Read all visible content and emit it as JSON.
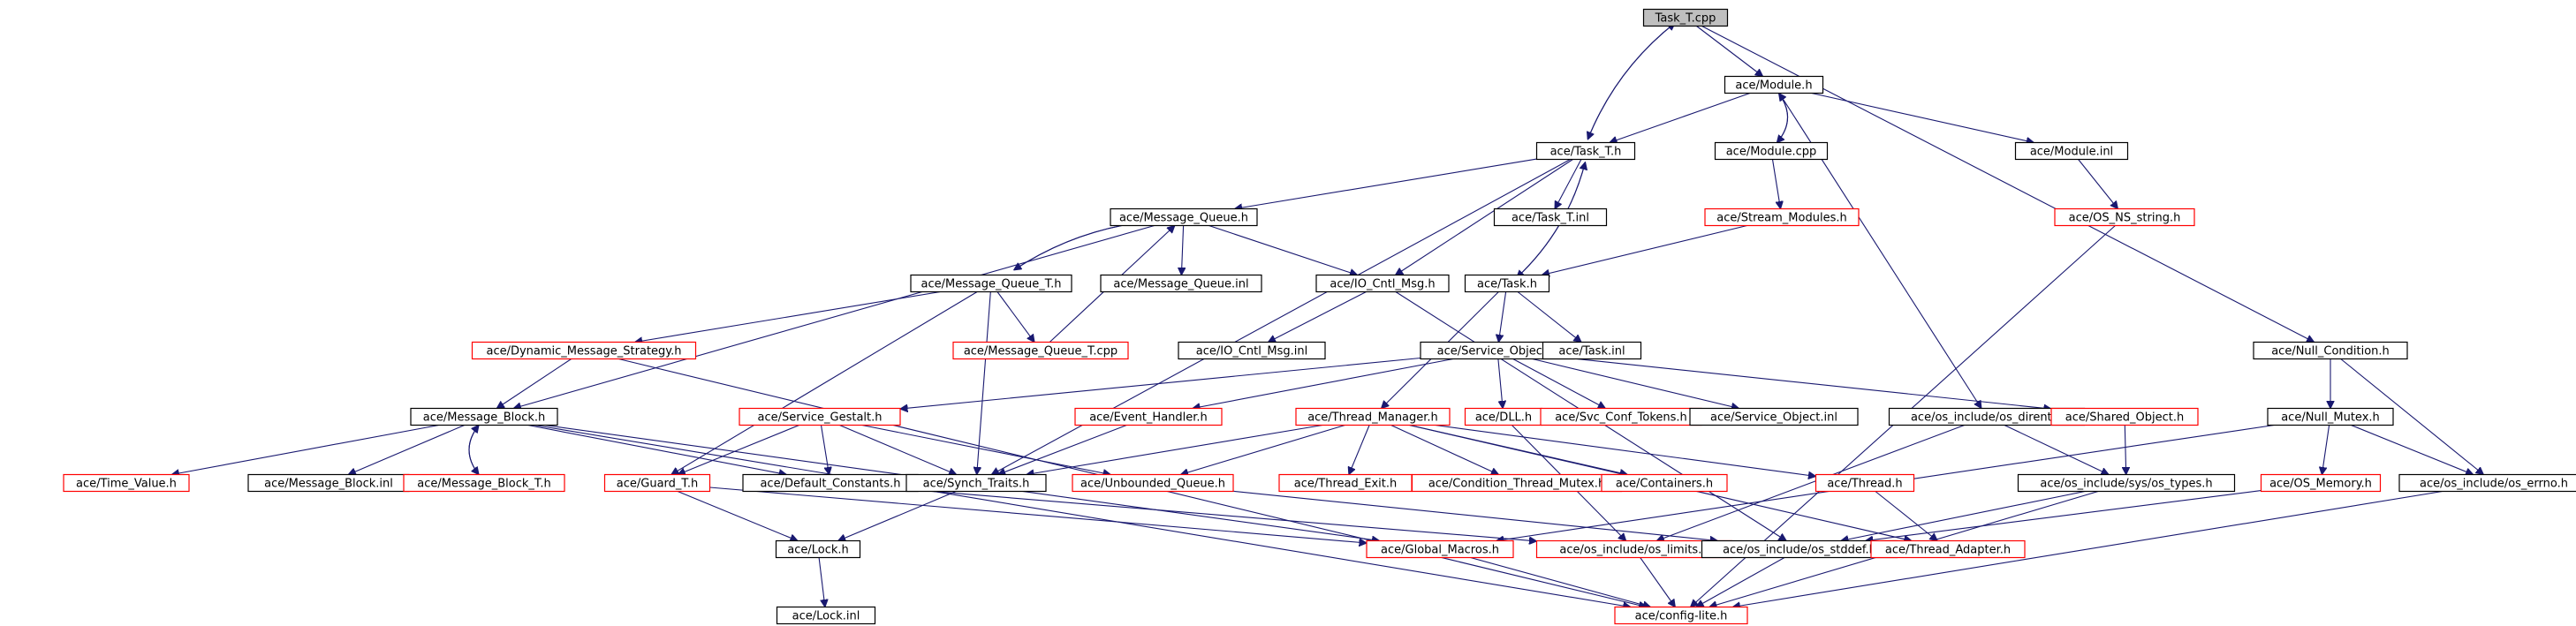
{
  "colors": {
    "black": "#000000",
    "red": "#ff0000",
    "edge": "#191970",
    "root_fill": "#bfbfbf"
  },
  "nodes": [
    {
      "id": "task_t_cpp",
      "label": "Task_T.cpp",
      "border": "black",
      "filled": true
    },
    {
      "id": "module_h",
      "label": "ace/Module.h",
      "border": "black"
    },
    {
      "id": "task_t_h",
      "label": "ace/Task_T.h",
      "border": "black"
    },
    {
      "id": "module_cpp",
      "label": "ace/Module.cpp",
      "border": "black"
    },
    {
      "id": "module_inl",
      "label": "ace/Module.inl",
      "border": "black"
    },
    {
      "id": "message_queue_h",
      "label": "ace/Message_Queue.h",
      "border": "black"
    },
    {
      "id": "task_t_inl",
      "label": "ace/Task_T.inl",
      "border": "black"
    },
    {
      "id": "stream_modules_h",
      "label": "ace/Stream_Modules.h",
      "border": "red"
    },
    {
      "id": "os_ns_string_h",
      "label": "ace/OS_NS_string.h",
      "border": "red"
    },
    {
      "id": "message_queue_t_h",
      "label": "ace/Message_Queue_T.h",
      "border": "black"
    },
    {
      "id": "message_queue_inl",
      "label": "ace/Message_Queue.inl",
      "border": "black"
    },
    {
      "id": "io_cntl_msg_h",
      "label": "ace/IO_Cntl_Msg.h",
      "border": "black"
    },
    {
      "id": "task_h",
      "label": "ace/Task.h",
      "border": "black"
    },
    {
      "id": "dynamic_message_strategy_h",
      "label": "ace/Dynamic_Message_Strategy.h",
      "border": "red"
    },
    {
      "id": "message_queue_t_cpp",
      "label": "ace/Message_Queue_T.cpp",
      "border": "red"
    },
    {
      "id": "io_cntl_msg_inl",
      "label": "ace/IO_Cntl_Msg.inl",
      "border": "black"
    },
    {
      "id": "service_object_h",
      "label": "ace/Service_Object.h",
      "border": "black"
    },
    {
      "id": "task_inl",
      "label": "ace/Task.inl",
      "border": "black"
    },
    {
      "id": "null_condition_h",
      "label": "ace/Null_Condition.h",
      "border": "black"
    },
    {
      "id": "message_block_h",
      "label": "ace/Message_Block.h",
      "border": "black"
    },
    {
      "id": "service_gestalt_h",
      "label": "ace/Service_Gestalt.h",
      "border": "red"
    },
    {
      "id": "event_handler_h",
      "label": "ace/Event_Handler.h",
      "border": "red"
    },
    {
      "id": "thread_manager_h",
      "label": "ace/Thread_Manager.h",
      "border": "red"
    },
    {
      "id": "dll_h",
      "label": "ace/DLL.h",
      "border": "red"
    },
    {
      "id": "svc_conf_tokens_h",
      "label": "ace/Svc_Conf_Tokens.h",
      "border": "red"
    },
    {
      "id": "service_object_inl",
      "label": "ace/Service_Object.inl",
      "border": "black"
    },
    {
      "id": "os_dirent_h",
      "label": "ace/os_include/os_dirent.h",
      "border": "black"
    },
    {
      "id": "shared_object_h",
      "label": "ace/Shared_Object.h",
      "border": "red"
    },
    {
      "id": "null_mutex_h",
      "label": "ace/Null_Mutex.h",
      "border": "black"
    },
    {
      "id": "time_value_h",
      "label": "ace/Time_Value.h",
      "border": "red"
    },
    {
      "id": "message_block_inl",
      "label": "ace/Message_Block.inl",
      "border": "black"
    },
    {
      "id": "message_block_t_h",
      "label": "ace/Message_Block_T.h",
      "border": "red"
    },
    {
      "id": "guard_t_h",
      "label": "ace/Guard_T.h",
      "border": "red"
    },
    {
      "id": "default_constants_h",
      "label": "ace/Default_Constants.h",
      "border": "black"
    },
    {
      "id": "synch_traits_h",
      "label": "ace/Synch_Traits.h",
      "border": "black"
    },
    {
      "id": "unbounded_queue_h",
      "label": "ace/Unbounded_Queue.h",
      "border": "red"
    },
    {
      "id": "thread_exit_h",
      "label": "ace/Thread_Exit.h",
      "border": "red"
    },
    {
      "id": "condition_thread_mutex_h",
      "label": "ace/Condition_Thread_Mutex.h",
      "border": "red"
    },
    {
      "id": "containers_h",
      "label": "ace/Containers.h",
      "border": "red"
    },
    {
      "id": "thread_h",
      "label": "ace/Thread.h",
      "border": "red"
    },
    {
      "id": "sys_types_h",
      "label": "ace/os_include/sys/os_types.h",
      "border": "black"
    },
    {
      "id": "os_memory_h",
      "label": "ace/OS_Memory.h",
      "border": "red"
    },
    {
      "id": "os_errno_h",
      "label": "ace/os_include/os_errno.h",
      "border": "black"
    },
    {
      "id": "lock_h",
      "label": "ace/Lock.h",
      "border": "black"
    },
    {
      "id": "global_macros_h",
      "label": "ace/Global_Macros.h",
      "border": "red"
    },
    {
      "id": "os_limits_h",
      "label": "ace/os_include/os_limits.h",
      "border": "red"
    },
    {
      "id": "os_stddef_h",
      "label": "ace/os_include/os_stddef.h",
      "border": "black"
    },
    {
      "id": "thread_adapter_h",
      "label": "ace/Thread_Adapter.h",
      "border": "red"
    },
    {
      "id": "lock_inl",
      "label": "ace/Lock.inl",
      "border": "black"
    },
    {
      "id": "config_lite_h",
      "label": "ace/config-lite.h",
      "border": "red"
    }
  ],
  "edges": [
    [
      "task_t_cpp",
      "module_h"
    ],
    [
      "task_t_cpp",
      "task_t_h"
    ],
    [
      "task_t_cpp",
      "null_condition_h"
    ],
    [
      "module_h",
      "task_t_h"
    ],
    [
      "module_h",
      "module_cpp"
    ],
    [
      "module_h",
      "module_inl"
    ],
    [
      "module_h",
      "os_dirent_h"
    ],
    [
      "module_cpp",
      "module_h"
    ],
    [
      "module_cpp",
      "stream_modules_h"
    ],
    [
      "module_inl",
      "os_ns_string_h"
    ],
    [
      "os_ns_string_h",
      "config_lite_h"
    ],
    [
      "task_t_h",
      "task_t_cpp"
    ],
    [
      "task_t_h",
      "message_queue_h"
    ],
    [
      "task_t_h",
      "task_t_inl"
    ],
    [
      "task_t_h",
      "task_h"
    ],
    [
      "task_t_h",
      "io_cntl_msg_h"
    ],
    [
      "task_t_h",
      "synch_traits_h"
    ],
    [
      "stream_modules_h",
      "task_h"
    ],
    [
      "message_queue_h",
      "message_queue_t_h"
    ],
    [
      "message_queue_h",
      "message_queue_inl"
    ],
    [
      "message_queue_h",
      "io_cntl_msg_h"
    ],
    [
      "message_queue_h",
      "message_block_h"
    ],
    [
      "message_queue_t_h",
      "message_queue_h"
    ],
    [
      "message_queue_t_h",
      "dynamic_message_strategy_h"
    ],
    [
      "message_queue_t_h",
      "message_queue_t_cpp"
    ],
    [
      "message_queue_t_h",
      "guard_t_h"
    ],
    [
      "message_queue_t_h",
      "synch_traits_h"
    ],
    [
      "message_queue_t_cpp",
      "message_queue_h"
    ],
    [
      "io_cntl_msg_h",
      "io_cntl_msg_inl"
    ],
    [
      "io_cntl_msg_h",
      "os_stddef_h"
    ],
    [
      "task_h",
      "task_t_h"
    ],
    [
      "task_h",
      "service_object_h"
    ],
    [
      "task_h",
      "task_inl"
    ],
    [
      "task_h",
      "thread_manager_h"
    ],
    [
      "dynamic_message_strategy_h",
      "message_block_h"
    ],
    [
      "dynamic_message_strategy_h",
      "config_lite_h"
    ],
    [
      "service_object_h",
      "service_gestalt_h"
    ],
    [
      "service_object_h",
      "event_handler_h"
    ],
    [
      "service_object_h",
      "dll_h"
    ],
    [
      "service_object_h",
      "svc_conf_tokens_h"
    ],
    [
      "service_object_h",
      "service_object_inl"
    ],
    [
      "service_object_h",
      "shared_object_h"
    ],
    [
      "null_condition_h",
      "null_mutex_h"
    ],
    [
      "null_condition_h",
      "os_errno_h"
    ],
    [
      "message_block_h",
      "time_value_h"
    ],
    [
      "message_block_h",
      "message_block_inl"
    ],
    [
      "message_block_h",
      "message_block_t_h"
    ],
    [
      "message_block_h",
      "default_constants_h"
    ],
    [
      "message_block_h",
      "global_macros_h"
    ],
    [
      "message_block_h",
      "config_lite_h"
    ],
    [
      "message_block_t_h",
      "message_block_h"
    ],
    [
      "service_gestalt_h",
      "guard_t_h"
    ],
    [
      "service_gestalt_h",
      "default_constants_h"
    ],
    [
      "service_gestalt_h",
      "synch_traits_h"
    ],
    [
      "service_gestalt_h",
      "unbounded_queue_h"
    ],
    [
      "event_handler_h",
      "synch_traits_h"
    ],
    [
      "thread_manager_h",
      "synch_traits_h"
    ],
    [
      "thread_manager_h",
      "unbounded_queue_h"
    ],
    [
      "thread_manager_h",
      "thread_exit_h"
    ],
    [
      "thread_manager_h",
      "condition_thread_mutex_h"
    ],
    [
      "thread_manager_h",
      "containers_h"
    ],
    [
      "thread_manager_h",
      "thread_h"
    ],
    [
      "thread_manager_h",
      "thread_adapter_h"
    ],
    [
      "dll_h",
      "os_limits_h"
    ],
    [
      "os_dirent_h",
      "sys_types_h"
    ],
    [
      "os_dirent_h",
      "os_limits_h"
    ],
    [
      "shared_object_h",
      "sys_types_h"
    ],
    [
      "null_mutex_h",
      "os_memory_h"
    ],
    [
      "null_mutex_h",
      "os_errno_h"
    ],
    [
      "null_mutex_h",
      "global_macros_h"
    ],
    [
      "guard_t_h",
      "lock_h"
    ],
    [
      "guard_t_h",
      "global_macros_h"
    ],
    [
      "default_constants_h",
      "os_limits_h"
    ],
    [
      "synch_traits_h",
      "lock_h"
    ],
    [
      "unbounded_queue_h",
      "os_stddef_h"
    ],
    [
      "thread_h",
      "thread_adapter_h"
    ],
    [
      "sys_types_h",
      "os_stddef_h"
    ],
    [
      "sys_types_h",
      "config_lite_h"
    ],
    [
      "os_memory_h",
      "os_stddef_h"
    ],
    [
      "os_errno_h",
      "config_lite_h"
    ],
    [
      "lock_h",
      "lock_inl"
    ],
    [
      "global_macros_h",
      "config_lite_h"
    ],
    [
      "os_limits_h",
      "config_lite_h"
    ],
    [
      "os_stddef_h",
      "config_lite_h"
    ]
  ]
}
